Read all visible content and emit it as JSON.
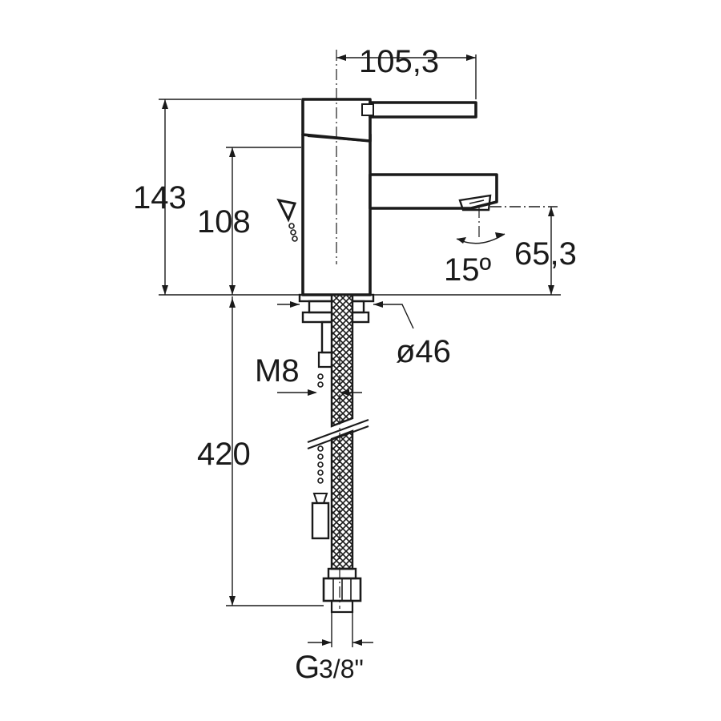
{
  "diagram": {
    "labels": {
      "width_top": "105,3",
      "height_total": "143",
      "height_spout": "108",
      "spout_clearance": "65,3",
      "angle": "15º",
      "base_diameter": "ø46",
      "thread": "M8",
      "hose_length": "420",
      "connection_main": "G",
      "connection_fraction": "3/8\""
    }
  }
}
